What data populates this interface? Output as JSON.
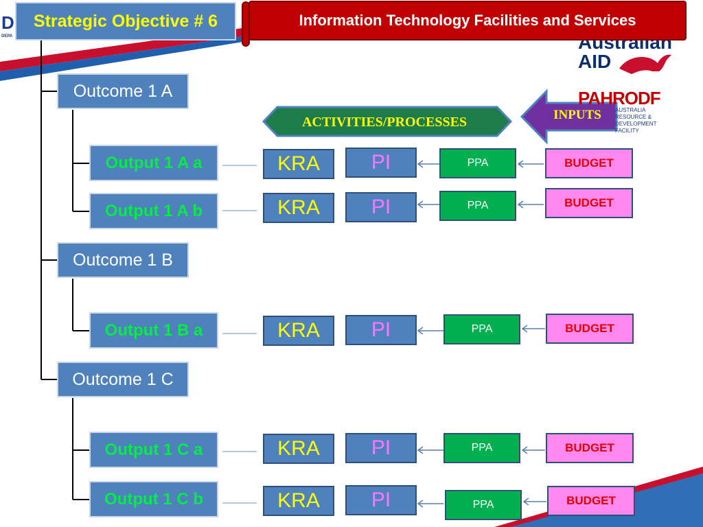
{
  "header": {
    "objective": "Strategic Objective # 6",
    "title": "Information Technology Facilities and Services"
  },
  "logos": {
    "left_letter": "D",
    "left_sub": "DEPA",
    "aid": "Australian\nAID",
    "pahrodf": "PAHRODF",
    "pahrodf_sub": "AUSTRALIA\nRESOURCE &\nDEVELOPMENT\nFACILITY"
  },
  "banners": {
    "activities": "ACTIVITIES/PROCESSES",
    "inputs": "INPUTS"
  },
  "outcomes": [
    "Outcome 1 A",
    "Outcome 1 B",
    "Outcome 1 C"
  ],
  "rows": [
    {
      "output": "Output 1 A a",
      "kra": "KRA",
      "pi": "PI",
      "ppa": "PPA",
      "budget": "BUDGET"
    },
    {
      "output": "Output 1 A b",
      "kra": "KRA",
      "pi": "PI",
      "ppa": "PPA",
      "budget": "BUDGET"
    },
    {
      "output": "Output 1 B a",
      "kra": "KRA",
      "pi": "PI",
      "ppa": "PPA",
      "budget": "BUDGET"
    },
    {
      "output": "Output 1 C a",
      "kra": "KRA",
      "pi": "PI",
      "ppa": "PPA",
      "budget": "BUDGET"
    },
    {
      "output": "Output 1 C b",
      "kra": "KRA",
      "pi": "PI",
      "ppa": "PPA",
      "budget": "BUDGET"
    }
  ],
  "colors": {
    "box_blue": "#4f81bd",
    "header_red": "#c00000",
    "output_green": "#00ee44",
    "ppa_green": "#00b050",
    "budget_pink": "#ff88ee",
    "activities_green": "#1e7b4a",
    "inputs_purple": "#7030a0"
  }
}
